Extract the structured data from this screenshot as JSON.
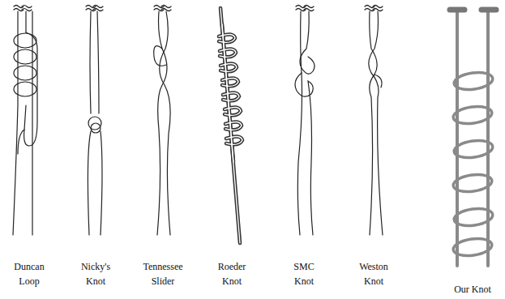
{
  "diagram": {
    "labels": [
      "Duncan Loop",
      "Nicky's Knot",
      "Tennessee Slider",
      "Roeder Knot",
      "SMC Knot",
      "Weston Knot",
      "Our Knot"
    ]
  }
}
